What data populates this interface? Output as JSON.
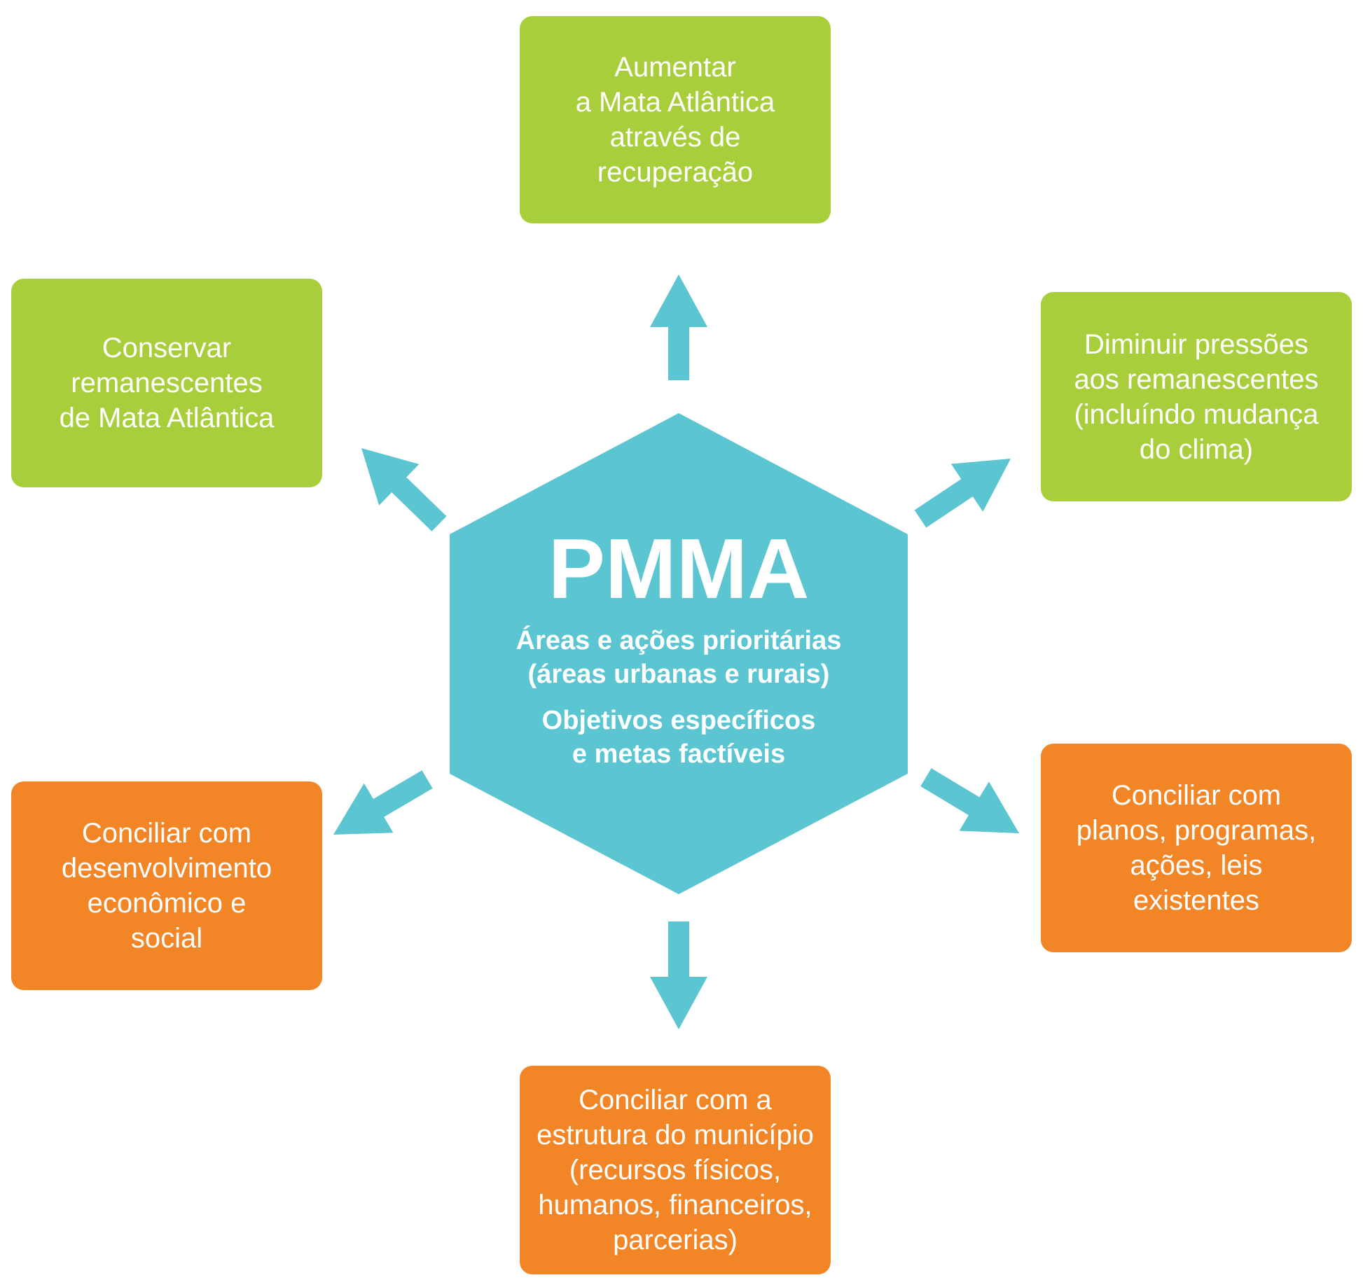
{
  "colors": {
    "center": "#5bc5d1",
    "arrow": "#5bc5d1",
    "green": "#a8cf3b",
    "orange": "#f28526",
    "text": "#ffffff"
  },
  "center": {
    "title": "PMMA",
    "line1": "Áreas e ações prioritárias\n(áreas urbanas e rurais)",
    "line2": "Objetivos específicos\ne metas factíveis"
  },
  "boxes": {
    "top": {
      "text": "Aumentar\na Mata Atlântica\natravés de\nrecuperação",
      "color": "green"
    },
    "top_left": {
      "text": "Conservar\nremanescentes\nde Mata Atlântica",
      "color": "green"
    },
    "top_right": {
      "text": "Diminuir pressões\naos remanescentes\n(incluíndo mudança\ndo clima)",
      "color": "green"
    },
    "bottom_left": {
      "text": "Conciliar com\ndesenvolvimento\neconômico e\nsocial",
      "color": "orange"
    },
    "bottom_right": {
      "text": "Conciliar com\nplanos, programas,\nações, leis\nexistentes",
      "color": "orange"
    },
    "bottom": {
      "text": "Conciliar com a\nestrutura do município\n(recursos físicos,\nhumanos, financeiros,\nparcerias)",
      "color": "orange"
    }
  }
}
